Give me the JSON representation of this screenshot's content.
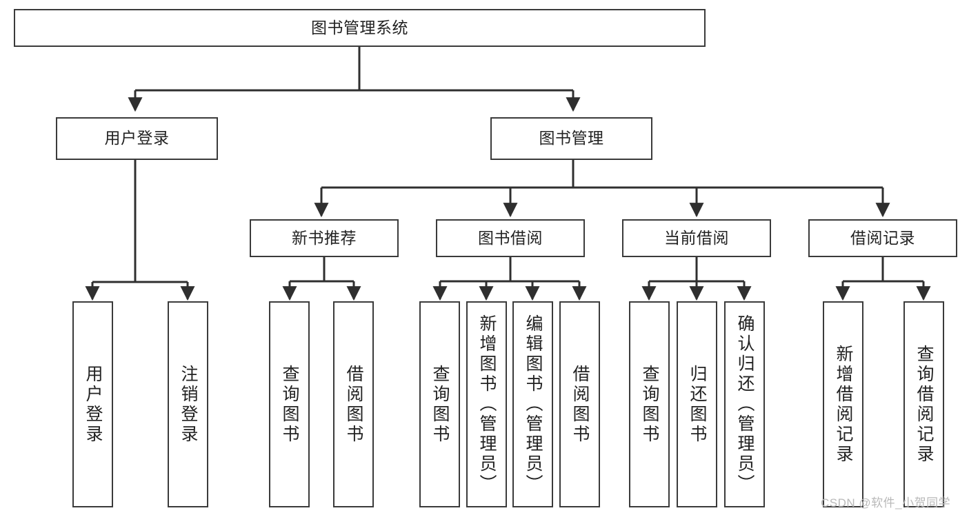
{
  "diagram": {
    "title": "图书管理系统",
    "watermark": "CSDN @软件_小贺同学",
    "colors": {
      "border": "#3a3a3a",
      "text": "#222222",
      "edge": "#2f2f2f",
      "background": "#ffffff",
      "watermark": "#b9b9b9"
    },
    "root": {
      "label": "图书管理系统"
    },
    "level2": [
      {
        "id": "user-login",
        "label": "用户登录"
      },
      {
        "id": "book-management",
        "label": "图书管理"
      }
    ],
    "level3": [
      {
        "id": "new-book-recommend",
        "label": "新书推荐"
      },
      {
        "id": "book-borrow",
        "label": "图书借阅"
      },
      {
        "id": "current-borrow",
        "label": "当前借阅"
      },
      {
        "id": "borrow-record",
        "label": "借阅记录"
      }
    ],
    "leaves": {
      "user-login": [
        {
          "id": "leaf-user-login",
          "label": "用户登录"
        },
        {
          "id": "leaf-user-logout",
          "label": "注销登录"
        }
      ],
      "new-book-recommend": [
        {
          "id": "leaf-query-book-1",
          "label": "查询图书"
        },
        {
          "id": "leaf-borrow-book-1",
          "label": "借阅图书"
        }
      ],
      "book-borrow": [
        {
          "id": "leaf-query-book-2",
          "label": "查询图书"
        },
        {
          "id": "leaf-add-book",
          "label": "新增图书（管理员）"
        },
        {
          "id": "leaf-edit-book",
          "label": "编辑图书（管理员）"
        },
        {
          "id": "leaf-borrow-book-2",
          "label": "借阅图书"
        }
      ],
      "current-borrow": [
        {
          "id": "leaf-query-book-3",
          "label": "查询图书"
        },
        {
          "id": "leaf-return-book",
          "label": "归还图书"
        },
        {
          "id": "leaf-confirm-return",
          "label": "确认归还（管理员）"
        }
      ],
      "borrow-record": [
        {
          "id": "leaf-add-record",
          "label": "新增借阅记录"
        },
        {
          "id": "leaf-query-record",
          "label": "查询借阅记录"
        }
      ]
    }
  }
}
